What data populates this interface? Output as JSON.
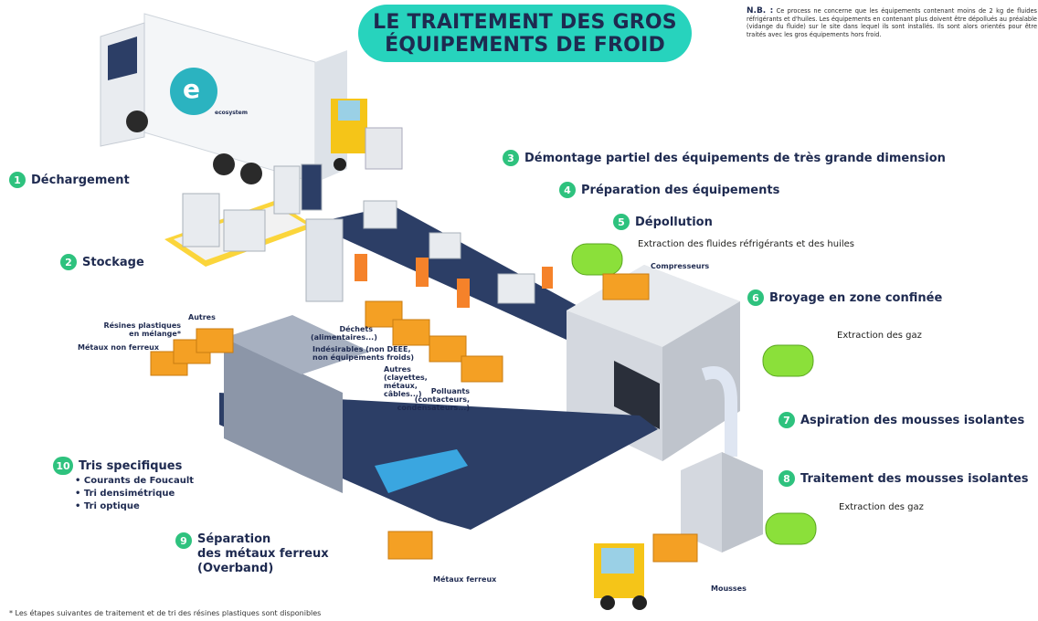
{
  "title": {
    "line1": "LE TRAITEMENT DES GROS",
    "line2": "ÉQUIPEMENTS DE FROID"
  },
  "note": {
    "label": "N.B. :",
    "text": "Ce process ne concerne que les équipements contenant moins de 2 kg de fluides réfrigérants et d'huiles. Les équipements en contenant plus doivent être dépollués au préalable (vidange du fluide) sur le site dans lequel ils sont installés. Ils sont alors orientés pour être traités avec les gros équipements hors froid."
  },
  "truck_brand": "ecosystem",
  "steps": [
    {
      "num": "1",
      "label": "Déchargement"
    },
    {
      "num": "2",
      "label": "Stockage"
    },
    {
      "num": "3",
      "label": "Démontage partiel des équipements de très grande dimension"
    },
    {
      "num": "4",
      "label": "Préparation des équipements"
    },
    {
      "num": "5",
      "label": "Dépollution"
    },
    {
      "num": "6",
      "label": "Broyage en zone confinée"
    },
    {
      "num": "7",
      "label": "Aspiration des mousses isolantes"
    },
    {
      "num": "8",
      "label": "Traitement des mousses isolantes"
    },
    {
      "num": "9",
      "label_lines": [
        "Séparation",
        "des métaux ferreux",
        "(Overband)"
      ]
    },
    {
      "num": "10",
      "label": "Tris specifiques",
      "items": [
        "• Courants de Foucault",
        "• Tri densimétrique",
        "• Tri optique"
      ]
    }
  ],
  "labels": {
    "extraction_fluides": "Extraction des fluides réfrigérants et des huiles",
    "compresseurs": "Compresseurs",
    "extraction_gaz_1": "Extraction des gaz",
    "extraction_gaz_2": "Extraction des gaz",
    "mousses": "Mousses",
    "metaux_ferreux": "Métaux ferreux",
    "autres_top": "Autres",
    "resines": "Résines plastiques en mélange*",
    "metaux_non_ferreux": "Métaux non ferreux",
    "dechets": "Déchets (alimentaires...)",
    "indesirables": "Indésirables (non DEEE, non équipements froids)",
    "autres_clayettes": "Autres (clayettes, métaux, câbles...)",
    "polluants": "Polluants (contacteurs, condensateurs...)"
  },
  "footnote": "* Les étapes suivantes de traitement et de tri des résines plastiques sont disponibles",
  "colors": {
    "accent": "#27d3bd",
    "step": "#2ec27e",
    "navy": "#1e2a50",
    "bin": "#f4a024",
    "tank": "#8be03a",
    "machine": "#c8ccd4",
    "belt": "#2c3e66",
    "forklift": "#f5c518"
  }
}
